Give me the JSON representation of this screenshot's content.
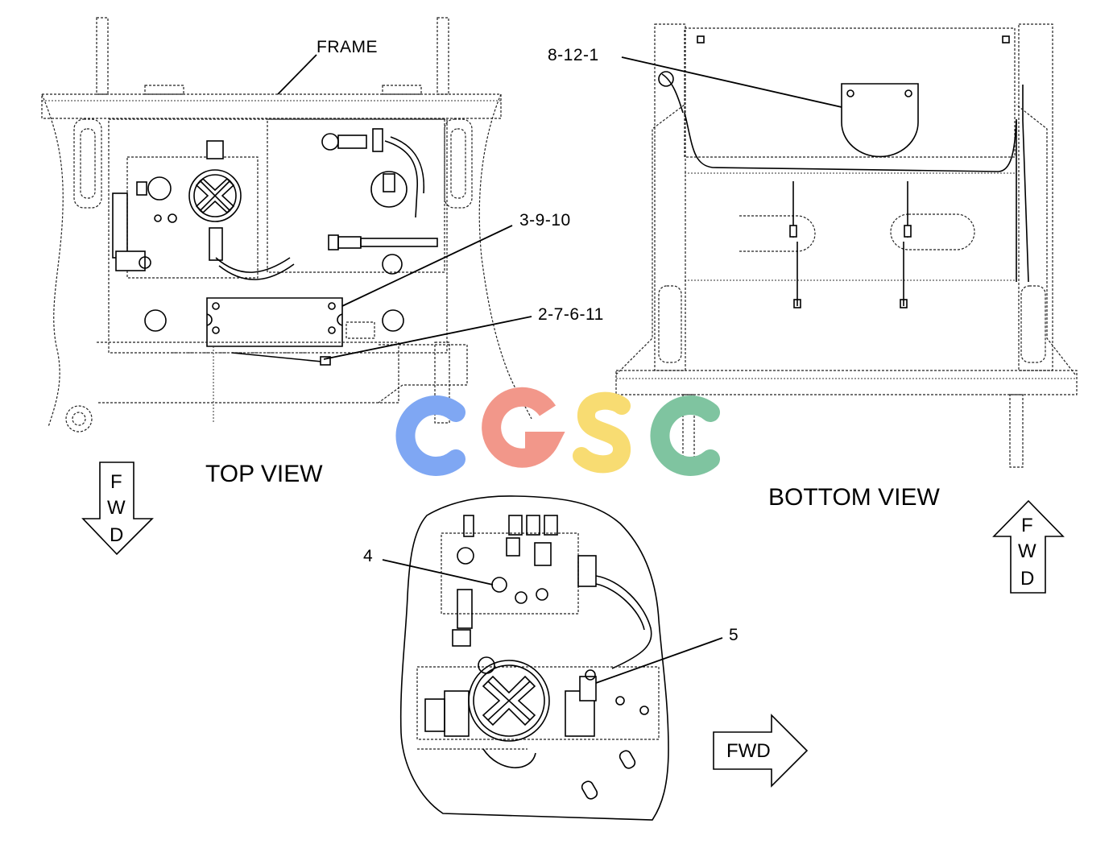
{
  "labels": {
    "frame": "FRAME",
    "callout_3_9_10": "3-9-10",
    "callout_2_7_6_11": "2-7-6-11",
    "callout_8_12_1": "8-12-1",
    "callout_4": "4",
    "callout_5": "5"
  },
  "views": {
    "top": "TOP VIEW",
    "bottom": "BOTTOM VIEW"
  },
  "fwd": {
    "down_arrow": [
      "F",
      "W",
      "D"
    ],
    "up_arrow": [
      "F",
      "W",
      "D"
    ],
    "right_arrow": "FWD"
  },
  "watermark": {
    "letters": [
      "C",
      "G",
      "S",
      "C"
    ],
    "colors": [
      "#7fa7f3",
      "#f2978a",
      "#f8dc72",
      "#7fc4a0"
    ]
  }
}
